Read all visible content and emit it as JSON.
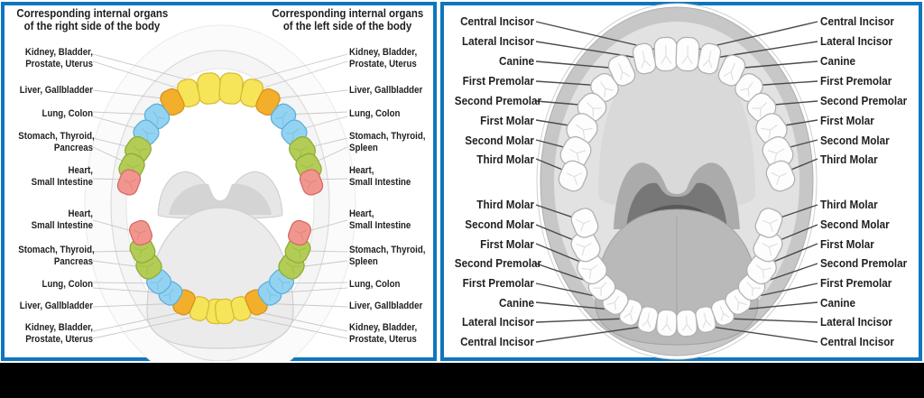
{
  "colors": {
    "panel_border_blue": "#0E76BE",
    "page_background": "#000000",
    "organ_leader_line": "#C8C8C8",
    "tooth_leader_line": "#4A4A4A"
  },
  "organ_panel": {
    "left_title": "Corresponding internal organs\nof the right side of the body",
    "right_title": "Corresponding internal organs\nof the left side of the body",
    "left_labels": [
      "Kidney, Bladder,\nProstate, Uterus",
      "Liver, Gallbladder",
      "Lung, Colon",
      "Stomach, Thyroid,\nPancreas",
      "Heart,\nSmall Intestine",
      "Heart,\nSmall Intestine",
      "Stomach, Thyroid,\nPancreas",
      "Lung, Colon",
      "Liver, Gallbladder",
      "Kidney, Bladder,\nProstate, Uterus"
    ],
    "right_labels": [
      "Kidney, Bladder,\nProstate, Uterus",
      "Liver, Gallbladder",
      "Lung, Colon",
      "Stomach, Thyroid,\nSpleen",
      "Heart,\nSmall Intestine",
      "Heart,\nSmall Intestine",
      "Stomach, Thyroid,\nSpleen",
      "Lung, Colon",
      "Liver, Gallbladder",
      "Kidney, Bladder,\nProstate, Uterus"
    ],
    "tooth_colors": {
      "incisor": {
        "fill": "#F6E558",
        "stroke": "#D8BC33"
      },
      "canine": {
        "fill": "#F3AF2C",
        "stroke": "#D6921A"
      },
      "premolar": {
        "fill": "#93D3F1",
        "stroke": "#5FAEDC"
      },
      "molar": {
        "fill": "#B2CC55",
        "stroke": "#8FAC37"
      },
      "third_molar": {
        "fill": "#F0968F",
        "stroke": "#D66A66"
      }
    }
  },
  "tooth_panel": {
    "upper_labels": [
      "Central Incisor",
      "Lateral Incisor",
      "Canine",
      "First Premolar",
      "Second Premolar",
      "First Molar",
      "Second Molar",
      "Third Molar"
    ],
    "lower_labels": [
      "Third Molar",
      "Second Molar",
      "First Molar",
      "Second Premolar",
      "First Premolar",
      "Canine",
      "Lateral Incisor",
      "Central Incisor"
    ]
  }
}
